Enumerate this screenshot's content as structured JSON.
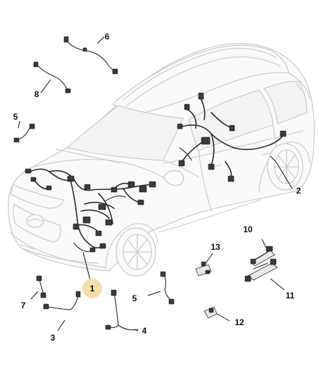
{
  "callouts": [
    {
      "id": "1",
      "label": "1"
    },
    {
      "id": "2",
      "label": "2"
    },
    {
      "id": "3",
      "label": "3"
    },
    {
      "id": "4",
      "label": "4"
    },
    {
      "id": "5a",
      "label": "5"
    },
    {
      "id": "5b",
      "label": "5"
    },
    {
      "id": "6",
      "label": "6"
    },
    {
      "id": "7",
      "label": "7"
    },
    {
      "id": "8",
      "label": "8"
    },
    {
      "id": "10",
      "label": "10"
    },
    {
      "id": "11",
      "label": "11"
    },
    {
      "id": "12",
      "label": "12"
    },
    {
      "id": "13",
      "label": "13"
    }
  ],
  "highlight_color": "#f5d89a"
}
